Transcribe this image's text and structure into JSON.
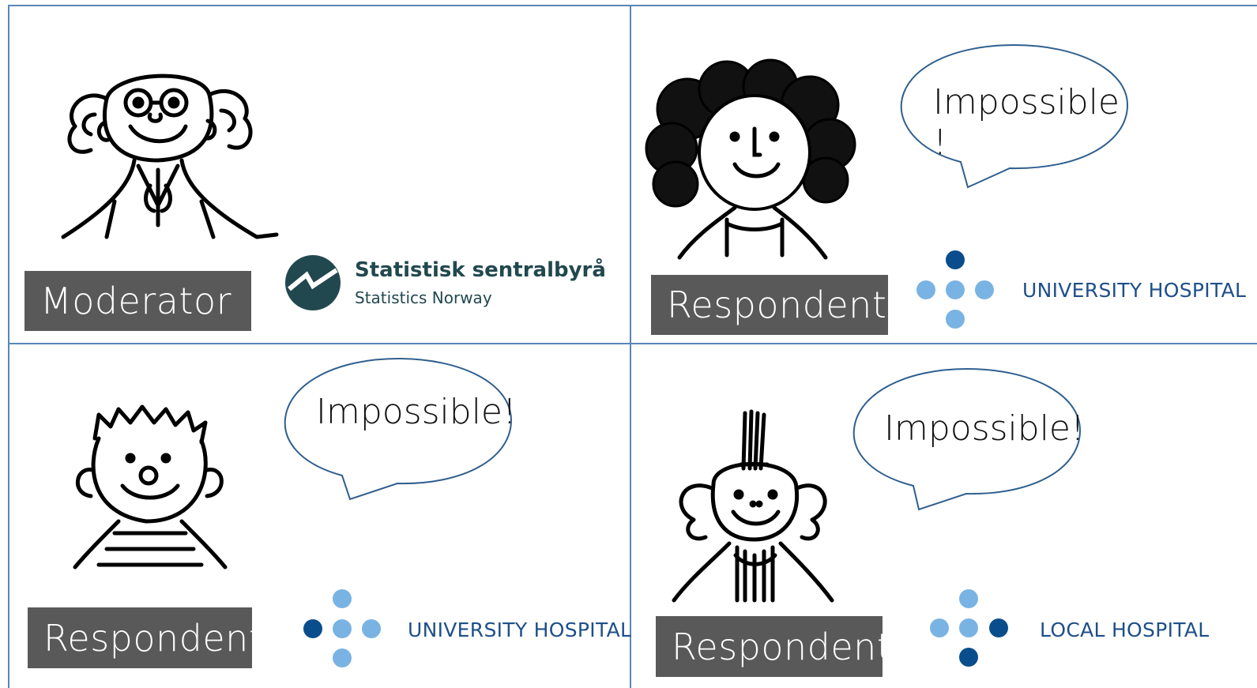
{
  "panels": [
    {
      "role_label": "Moderator",
      "logo": {
        "name": "Statistisk sentralbyrå",
        "subtitle": "Statistics Norway"
      }
    },
    {
      "role_label": "Respondent",
      "speech": "Impossible\n!",
      "hospital": {
        "name": "UNIVERSITY HOSPITAL"
      }
    },
    {
      "role_label": "Respondent",
      "speech": "Impossible!",
      "hospital": {
        "name": "UNIVERSITY HOSPITAL"
      }
    },
    {
      "role_label": "Respondent",
      "speech": "Impossible!",
      "hospital": {
        "name": "LOCAL HOSPITAL"
      }
    }
  ],
  "colors": {
    "label_bg": "#595959",
    "grid_line": "#5a86b8",
    "dot_dark": "#0a4d8c",
    "dot_light": "#79b3e3",
    "hospital_text": "#1e4f8a",
    "ssb_logo": "#22484f",
    "bubble_stroke": "#2f5f8f"
  }
}
